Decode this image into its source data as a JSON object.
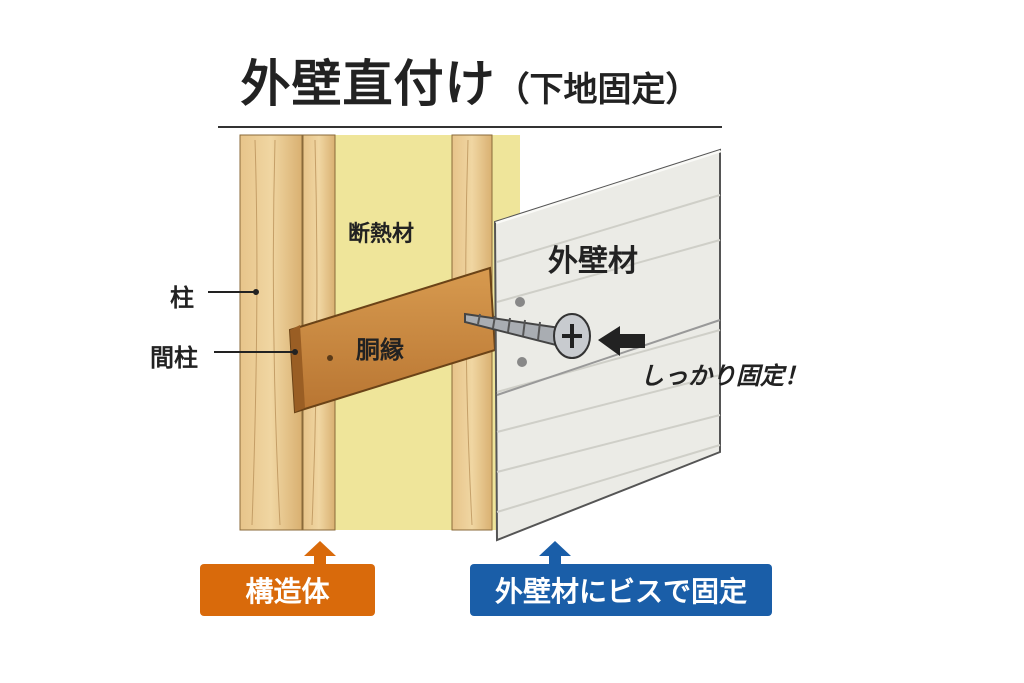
{
  "title": {
    "main": "外壁直付け",
    "sub": "（下地固定）"
  },
  "labels": {
    "insulation": "断熱材",
    "cladding": "外壁材",
    "post": "柱",
    "stud": "間柱",
    "furring": "胴縁",
    "fixed": "しっかり固定！"
  },
  "boxes": {
    "structure": {
      "label": "構造体",
      "color": "#d96a0b"
    },
    "screw_fix": {
      "label": "外壁材にビスで固定",
      "color": "#1a5ea8"
    }
  }
}
